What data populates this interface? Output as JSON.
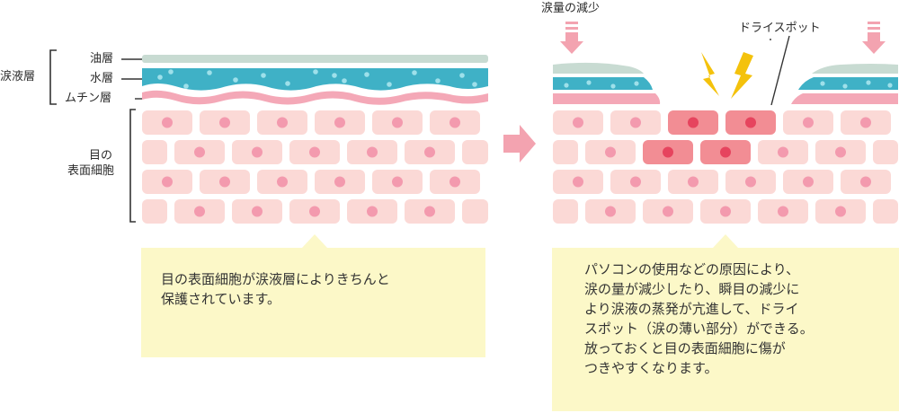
{
  "colors": {
    "oil": "#c8dbd2",
    "water": "#3fb1c6",
    "bubble": "#9ee0ea",
    "mucin": "#f4a8b7",
    "cell": "#fbd9d6",
    "nucleus": "#f39aae",
    "damaged_cell": "#f28d94",
    "damaged_nucleus": "#e6445e",
    "arrow": "#f3a3b0",
    "spark": "#f4c20c",
    "note_bg": "#fcf8c8"
  },
  "left": {
    "group_label": "涙液層",
    "layers": [
      "油層",
      "水層",
      "ムチン層"
    ],
    "surface_label_line1": "目の",
    "surface_label_line2": "表面細胞",
    "note_lines": [
      "目の表面細胞が涙液層によりきちんと",
      "保護されています。"
    ]
  },
  "right": {
    "tear_reduction_label": "涙量の減少",
    "dry_spot_label": "ドライスポット",
    "note_lines": [
      "パソコンの使用などの原因により、",
      "涙の量が減少したり、瞬目の減少に",
      "より涙液の蒸発が亢進して、ドライ",
      "スポット（涙の薄い部分）ができる。",
      "放っておくと目の表面細胞に傷が",
      "つきやすくなります。"
    ]
  },
  "icons": {
    "group_bracket": "bracket-icon",
    "surface_bracket": "bracket-icon",
    "transition_arrow": "arrow-right-icon",
    "down_arrows": "arrow-down-icon",
    "damage_marks": "lightning-icon"
  }
}
